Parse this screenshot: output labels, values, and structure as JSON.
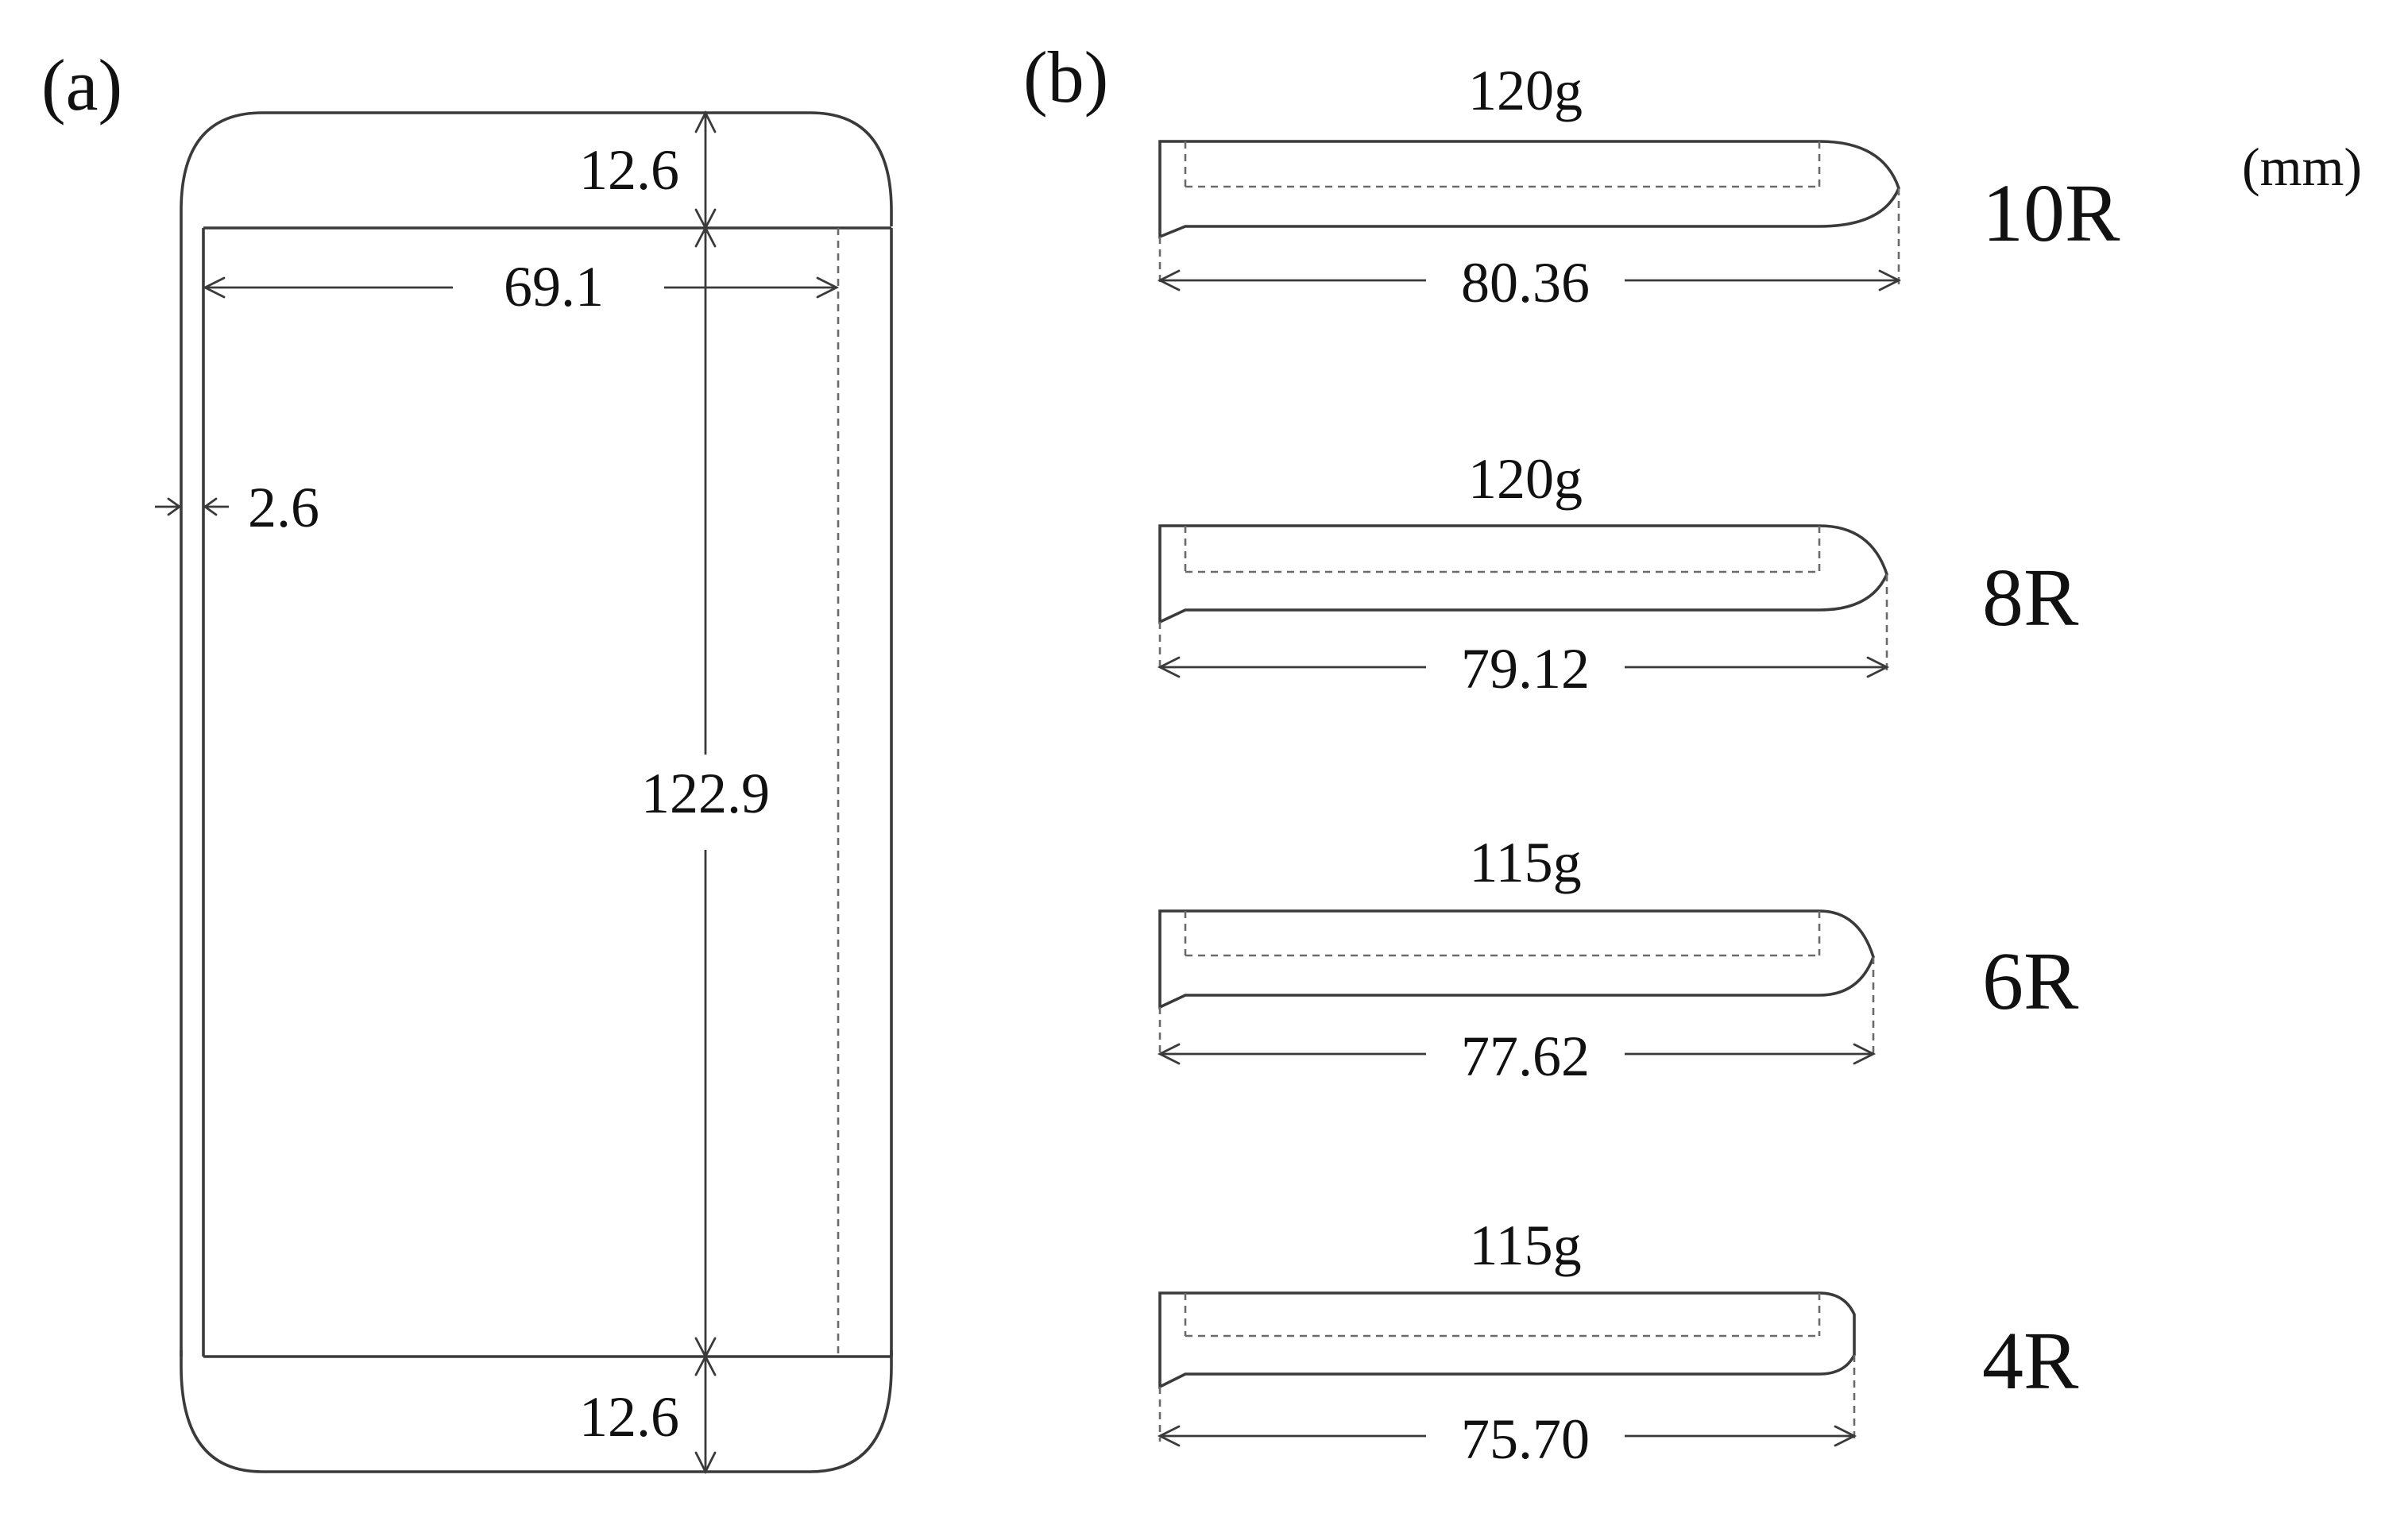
{
  "panel_a": {
    "label": "(a)",
    "dims": {
      "top_margin": "12.6",
      "width": "69.1",
      "wall": "2.6",
      "height": "122.9",
      "bottom_margin": "12.6"
    }
  },
  "panel_b": {
    "label": "(b)",
    "unit": "(mm)",
    "blades": [
      {
        "weight": "120g",
        "length": "80.36",
        "type": "10R"
      },
      {
        "weight": "120g",
        "length": "79.12",
        "type": "8R"
      },
      {
        "weight": "115g",
        "length": "77.62",
        "type": "6R"
      },
      {
        "weight": "115g",
        "length": "75.70",
        "type": "4R"
      }
    ]
  }
}
